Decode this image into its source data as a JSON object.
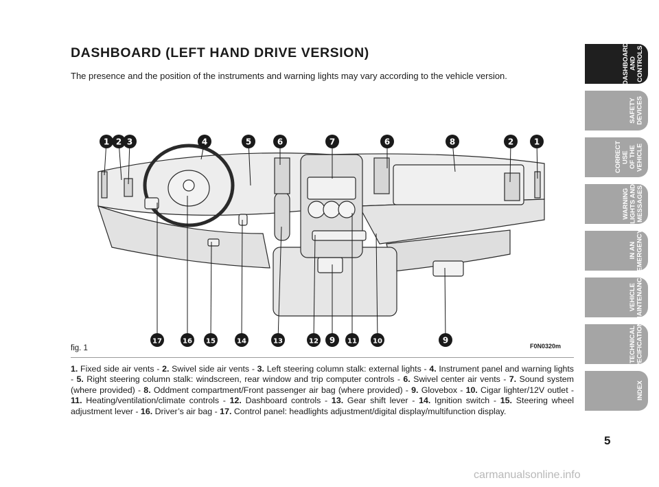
{
  "page": {
    "title": "DASHBOARD (LEFT HAND DRIVE VERSION)",
    "intro": "The presence and the position of the instruments and warning lights may vary according to the vehicle version.",
    "figure_label": "fig. 1",
    "figure_code": "F0N0320m",
    "page_number": "5",
    "watermark": "carmanualsonline.info"
  },
  "figure": {
    "top_callouts": [
      "1",
      "2",
      "3",
      "4",
      "5",
      "6",
      "7",
      "6",
      "8",
      "2",
      "1"
    ],
    "bottom_callouts": [
      "17",
      "16",
      "15",
      "14",
      "13",
      "12",
      "9",
      "11",
      "10",
      "9"
    ]
  },
  "caption": [
    {
      "num": "1.",
      "text": " Fixed side air vents - "
    },
    {
      "num": "2.",
      "text": " Swivel side air vents - "
    },
    {
      "num": "3.",
      "text": " Left steering column stalk: external lights - "
    },
    {
      "num": "4.",
      "text": " Instrument panel and warning lights - "
    },
    {
      "num": "5.",
      "text": " Right steering column stalk: windscreen, rear window and trip computer controls - "
    },
    {
      "num": "6.",
      "text": " Swivel center air vents  - "
    },
    {
      "num": "7.",
      "text": " Sound system (where provided) - "
    },
    {
      "num": "8.",
      "text": " Oddment compartment/Front passenger air bag (where provided) - "
    },
    {
      "num": "9.",
      "text": " Glovebox - "
    },
    {
      "num": "10.",
      "text": " Cigar lighter/12V outlet - "
    },
    {
      "num": "11.",
      "text": " Heating/ventilation/climate controls - "
    },
    {
      "num": "12.",
      "text": " Dashboard controls - "
    },
    {
      "num": "13.",
      "text": " Gear shift lever - "
    },
    {
      "num": "14.",
      "text": " Ignition switch - "
    },
    {
      "num": "15.",
      "text": " Steering wheel adjustment lever - "
    },
    {
      "num": "16.",
      "text": " Driver’s air bag - "
    },
    {
      "num": "17.",
      "text": " Control panel: headlights adjustment/digital display/multifunction display."
    }
  ],
  "sidebar": {
    "tabs": [
      {
        "label": "DASHBOARD\nAND CONTROLS",
        "active": true
      },
      {
        "label": "SAFETY\nDEVICES",
        "active": false
      },
      {
        "label": "CORRECT USE\nOF THE VEHICLE",
        "active": false
      },
      {
        "label": "WARNING\nLIGHTS AND\nMESSAGES",
        "active": false
      },
      {
        "label": "IN AN\nEMERGENCY",
        "active": false
      },
      {
        "label": "VEHICLE\nMAINTENANCE",
        "active": false
      },
      {
        "label": "TECHNICAL\nSPECIFICATIONS",
        "active": false
      },
      {
        "label": "INDEX",
        "active": false
      }
    ]
  }
}
